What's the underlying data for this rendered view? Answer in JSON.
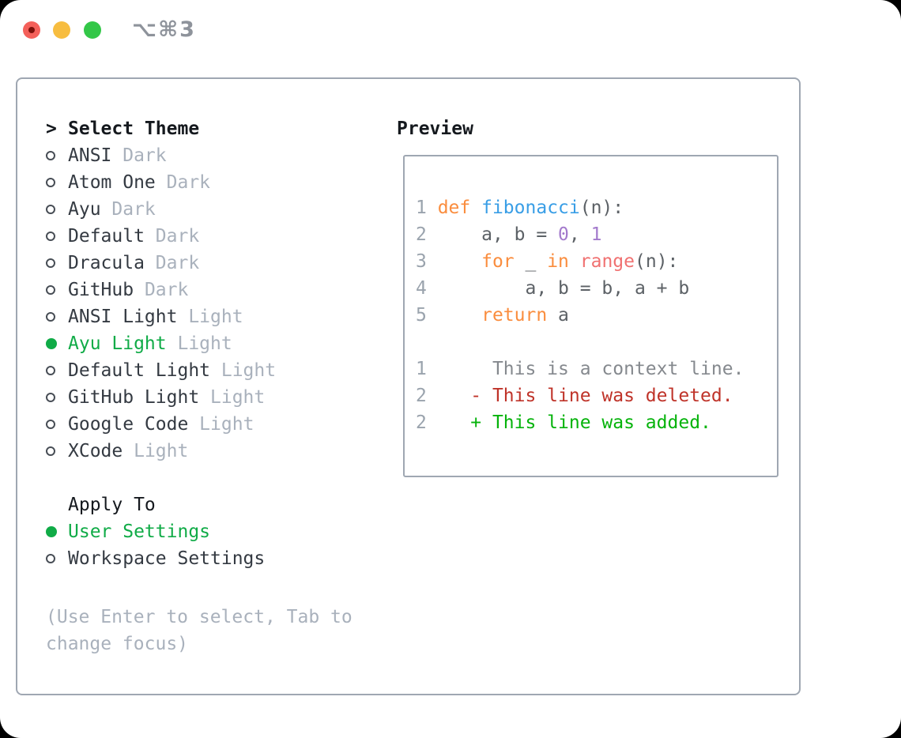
{
  "window": {
    "shortcut_label": "⌥⌘3"
  },
  "theme_panel": {
    "header_prefix": ">",
    "header": "Select Theme",
    "themes": [
      {
        "name": "ANSI",
        "variant": "Dark",
        "selected": false
      },
      {
        "name": "Atom One",
        "variant": "Dark",
        "selected": false
      },
      {
        "name": "Ayu",
        "variant": "Dark",
        "selected": false
      },
      {
        "name": "Default",
        "variant": "Dark",
        "selected": false
      },
      {
        "name": "Dracula",
        "variant": "Dark",
        "selected": false
      },
      {
        "name": "GitHub",
        "variant": "Dark",
        "selected": false
      },
      {
        "name": "ANSI Light",
        "variant": "Light",
        "selected": false
      },
      {
        "name": "Ayu Light",
        "variant": "Light",
        "selected": true
      },
      {
        "name": "Default Light",
        "variant": "Light",
        "selected": false
      },
      {
        "name": "GitHub Light",
        "variant": "Light",
        "selected": false
      },
      {
        "name": "Google Code",
        "variant": "Light",
        "selected": false
      },
      {
        "name": "XCode",
        "variant": "Light",
        "selected": false
      }
    ],
    "apply_to": {
      "header": "Apply To",
      "options": [
        {
          "label": "User Settings",
          "selected": true
        },
        {
          "label": "Workspace Settings",
          "selected": false
        }
      ]
    },
    "help_text": "(Use Enter to select, Tab to change focus)"
  },
  "preview": {
    "header": "Preview",
    "code_lines": [
      {
        "num": "1",
        "tokens": [
          {
            "text": "def",
            "style": "keyword"
          },
          {
            "text": " ",
            "style": "fg"
          },
          {
            "text": "fibonacci",
            "style": "function"
          },
          {
            "text": "(n):",
            "style": "fg"
          }
        ]
      },
      {
        "num": "2",
        "tokens": [
          {
            "text": "    a, b = ",
            "style": "fg"
          },
          {
            "text": "0",
            "style": "number"
          },
          {
            "text": ", ",
            "style": "fg"
          },
          {
            "text": "1",
            "style": "number"
          }
        ]
      },
      {
        "num": "3",
        "tokens": [
          {
            "text": "    ",
            "style": "fg"
          },
          {
            "text": "for",
            "style": "keyword"
          },
          {
            "text": " _ ",
            "style": "fg"
          },
          {
            "text": "in",
            "style": "keyword"
          },
          {
            "text": " ",
            "style": "fg"
          },
          {
            "text": "range",
            "style": "call"
          },
          {
            "text": "(n):",
            "style": "fg"
          }
        ]
      },
      {
        "num": "4",
        "tokens": [
          {
            "text": "        a, b = b, a + b",
            "style": "fg"
          }
        ]
      },
      {
        "num": "5",
        "tokens": [
          {
            "text": "    ",
            "style": "fg"
          },
          {
            "text": "return",
            "style": "keyword"
          },
          {
            "text": " a",
            "style": "fg"
          }
        ]
      }
    ],
    "diff_lines": [
      {
        "num": "1",
        "sign": " ",
        "text": "This is a context line.",
        "kind": "context"
      },
      {
        "num": "2",
        "sign": "-",
        "text": "This line was deleted.",
        "kind": "deleted"
      },
      {
        "num": "2",
        "sign": "+",
        "text": "This line was added.",
        "kind": "added"
      }
    ]
  },
  "colors": {
    "selected_green": "#10ab47",
    "added_green": "#05b30b",
    "deleted_red": "#bf3329",
    "keyword_orange": "#fa8d3e",
    "function_blue": "#399ee6",
    "number_purple": "#a37acc",
    "call_coral": "#f07171",
    "code_foreground": "#5c6166",
    "line_number_gray": "#9aa3ad",
    "context_gray": "#85898e",
    "muted_gray": "#a9b1bc",
    "text_dark": "#343a42",
    "border_gray": "#9fa7b2",
    "traffic_red": "#f4605a",
    "traffic_yellow": "#f7bd40",
    "traffic_green": "#33c748"
  }
}
